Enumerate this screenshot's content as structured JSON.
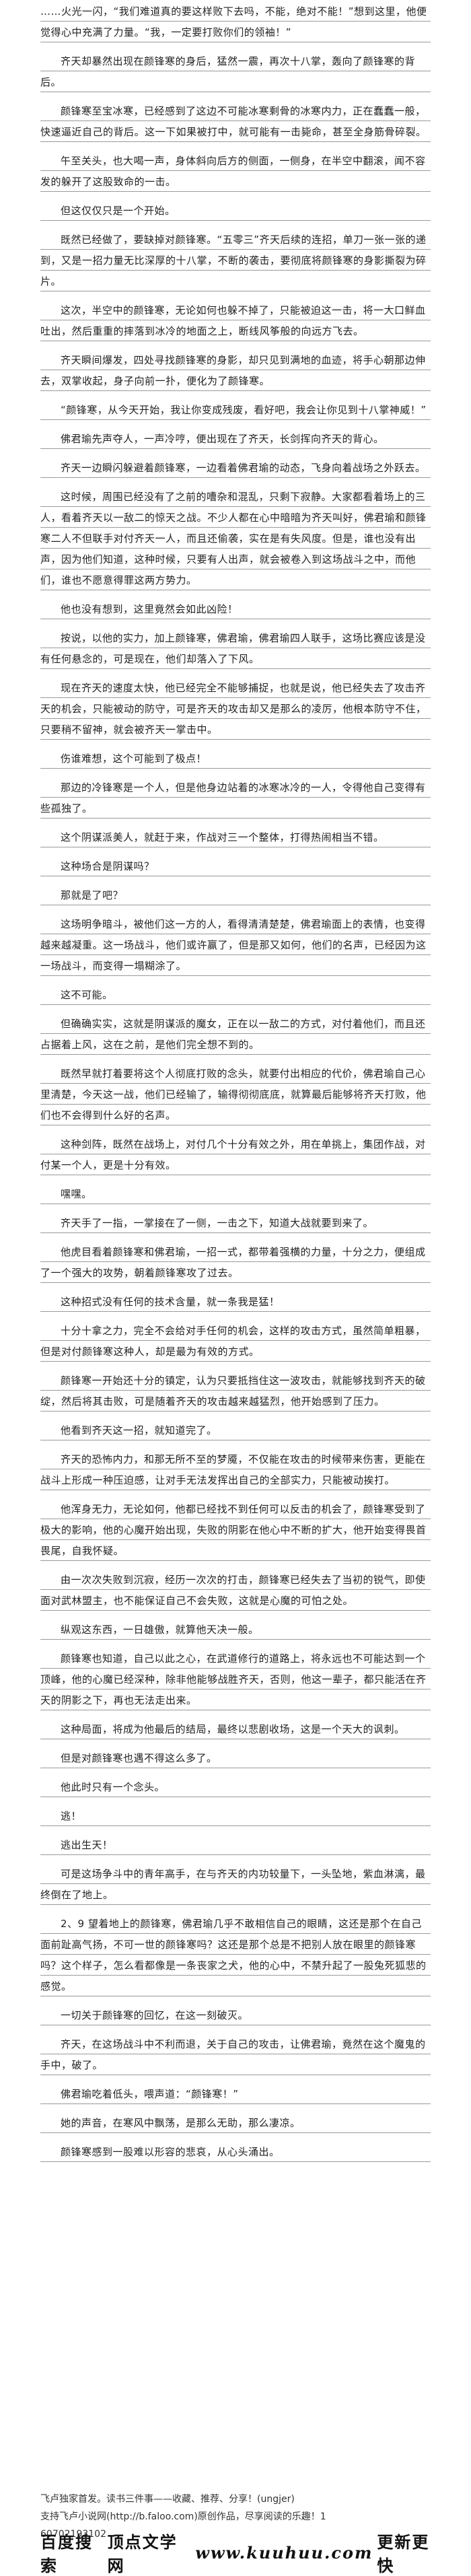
{
  "paragraphs": [
    "……火光一闪，“我们难道真的要这样败下去吗，不能，绝对不能！”想到这里，他便觉得心中充满了力量。“我，一定要打败你们的领袖！”",
    "齐天却暴然出现在颜锋寒的身后，猛然一震，再次十八掌，轰向了颜锋寒的背后。",
    "颜锋寒至宝冰寒，已经感到了这边不可能冰寒剩骨的冰寒内力，正在蠢蠢一般，快速逼近自己的背后。这一下如果被打中，就可能有一击毙命，甚至全身筋骨碎裂。",
    "午至关头，也大喝一声，身体斜向后方的侧面，一侧身，在半空中翻滚，闻不容发的躲开了这股致命的一击。",
    "但这仅仅只是一个开始。",
    "既然已经做了，要缺掉对颜锋寒。“五零三”齐天后续的连招，单刀一张一张的递到，又是一招力量无比深厚的十八掌，不断的袭击，要彻底将颜锋寒的身影撕裂为碎片。",
    "这次，半空中的颜锋寒，无论如何也躲不掉了，只能被迫这一击，将一大口鲜血吐出，然后重重的摔落到冰冷的地面之上，断线风筝般的向远方飞去。",
    "齐天瞬间爆发，四处寻找颜锋寒的身影，却只见到满地的血迹，将手心朝那边伸去，双掌收起，身子向前一扑，便化为了颜锋寒。",
    "“颜锋寒，从今天开始，我让你变成残废，看好吧，我会让你见到十八掌神威！”",
    "佛君瑜先声夺人，一声冷哼，便出现在了齐天，长剑挥向齐天的背心。",
    "齐天一边瞬闪躲避着颜锋寒，一边看着佛君瑜的动态，飞身向着战场之外跃去。",
    "这时候，周围已经没有了之前的嘈杂和混乱，只剩下寂静。大家都看着场上的三人，看着齐天以一敌二的惊天之战。不少人都在心中暗暗为齐天叫好，佛君瑜和颜锋寒二人不但联手对付齐天一人，而且还偷袭，实在是有失风度。但是，谁也没有出声，因为他们知道，这种时候，只要有人出声，就会被卷入到这场战斗之中，而他们，谁也不愿意得罪这两方势力。",
    "他也没有想到，这里竟然会如此凶险！",
    "按说，以他的实力，加上颜锋寒，佛君瑜，佛君瑜四人联手，这场比赛应该是没有任何悬念的，可是现在，他们却落入了下风。",
    "现在齐天的速度太快，他已经完全不能够捕捉，也就是说，他已经失去了攻击齐天的机会，只能被动的防守，可是齐天的攻击却又是那么的凌厉，他根本防守不住，只要稍不留神，就会被齐天一掌击中。",
    "伤谁难想，这个可能到了极点！",
    "那边的冷锋寒是一个人，但是他身边站着的冰寒冰冷的一人，令得他自己变得有些孤独了。",
    "这个阴谋派美人，就赶于来，作战对三一个整体，打得热闹相当不错。",
    "这种场合是阴谋吗？",
    "那就是了吧？",
    "这场明争暗斗，被他们这一方的人，看得清清楚楚，佛君瑜面上的表情，也变得越来越凝重。这一场战斗，他们或许赢了，但是那又如何，他们的名声，已经因为这一场战斗，而变得一塌糊涂了。",
    "这不可能。",
    "但确确实实，这就是阴谋派的魔女，正在以一敌二的方式，对付着他们，而且还占据着上风，这在之前，是他们完全想不到的。",
    "既然早就打着要将这个人彻底打败的念头，就要付出相应的代价，佛君瑜自己心里清楚，今天这一战，他们已经输了，输得彻彻底底，就算最后能够将齐天打败，他们也不会得到什么好的名声。",
    "这种剑阵，既然在战场上，对付几个十分有效之外，用在单挑上，集团作战，对付某一个人，更是十分有效。",
    "嘿嘿。",
    "齐天手了一指，一掌接在了一侧，一击之下，知道大战就要到来了。",
    "他虎目看着颜锋寒和佛君瑜，一招一式，都带着强横的力量，十分之力，便组成了一个强大的攻势，朝着颜锋寒攻了过去。",
    "这种招式没有任何的技术含量，就一条我是猛！",
    "十分十拿之力，完全不会给对手任何的机会，这样的攻击方式，虽然简单粗暴，但是对付颜锋寒这种人，却是最为有效的方式。",
    "颜锋寒一开始还十分的镇定，认为只要抵挡住这一波攻击，就能够找到齐天的破绽，然后将其击败，可是随着齐天的攻击越来越猛烈，他开始感到了压力。",
    "他看到齐天这一招，就知道完了。",
    "齐天的恐怖内力，和那无所不至的梦魇，不仅能在攻击的时候带来伤害，更能在战斗上形成一种压迫感，让对手无法发挥出自己的全部实力，只能被动挨打。",
    "他浑身无力，无论如何，他都已经找不到任何可以反击的机会了，颜锋寒受到了极大的影响，他的心魔开始出现，失败的阴影在他心中不断的扩大，他开始变得畏首畏尾，自我怀疑。",
    "由一次次失败到沉寂，经历一次次的打击，颜锋寒已经失去了当初的锐气，即使面对武林盟主，也不能保证自己不会失败，这就是心魔的可怕之处。",
    "纵观这东西，一日雄傲，就算他天决一般。",
    "颜锋寒也知道，自己以此之心，在武道修行的道路上，将永远也不可能达到一个顶峰，他的心魔已经深种，除非他能够战胜齐天，否则，他这一辈子，都只能活在齐天的阴影之下，再也无法走出来。",
    "这种局面，将成为他最后的结局，最终以悲剧收场，这是一个天大的讽刺。",
    "但是对颜锋寒也遇不得这么多了。",
    "他此时只有一个念头。",
    "逃！",
    "逃出生天！",
    "可是这场争斗中的青年高手，在与齐天的内功较量下，一头坠地，紫血淋漓，最终倒在了地上。",
    "2、9 望着地上的颜锋寒，佛君瑜几乎不敢相信自己的眼睛，这还是那个在自己面前趾高气扬，不可一世的颜锋寒吗？这还是那个总是不把别人放在眼里的颜锋寒吗？这个样子，怎么看都像是一条丧家之犬，他的心中，不禁升起了一股兔死狐悲的感觉。",
    "一切关于颜锋寒的回忆，在这一刻破灭。",
    "齐天，在这场战斗中不利而退，关于自己的攻击，让佛君瑜，竟然在这个魔鬼的手中，破了。",
    "佛君瑜吃着低头，喂声道：“颜锋寒！”",
    "她的声音，在寒风中飘荡，是那么无助，那么凄凉。",
    "颜锋寒感到一股难以形容的悲哀，从心头涌出。"
  ],
  "footer": {
    "line1": "飞卢独家首发。读书三件事——收藏、推荐、分享！(ungjer)",
    "line2": "支持飞卢小说网(http://b.faloo.com)原创作品，尽享阅读的乐趣！1",
    "line3": "60702193102"
  },
  "logo": {
    "left": "百度搜索",
    "brand": "顶点文学网",
    "url": "www.kuuhuu.com",
    "right": "更新更快"
  }
}
